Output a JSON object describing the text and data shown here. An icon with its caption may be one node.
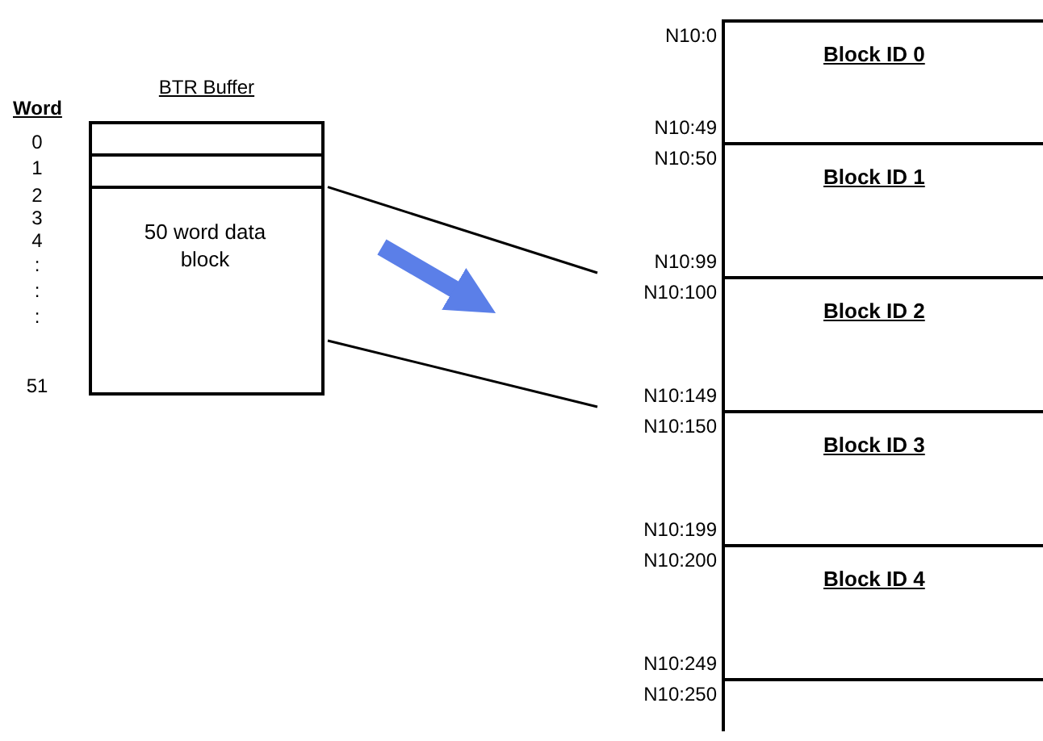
{
  "diagram": {
    "nodes": [
      {
        "text": [
          "BTR Buffer",
          "50 word data block"
        ]
      },
      {
        "text": [],
        "shape": "box",
        "in": 0
      },
      {
        "text": [],
        "shape": "box",
        "in": 0
      },
      {
        "text": [
          "Block ID 0"
        ],
        "beside": [
          "N10:0",
          "N10:49"
        ]
      },
      {
        "text": [
          "Block ID 1"
        ],
        "beside": [
          "N10:50",
          "N10:99"
        ]
      },
      {
        "text": [
          "Block ID 2"
        ],
        "beside": [
          "N10:100",
          "N10:149"
        ]
      },
      {
        "text": [
          "Block ID 3"
        ],
        "beside": [
          "N10:150",
          "N10:199"
        ]
      },
      {
        "text": [
          "Block ID 4"
        ],
        "beside": [
          "N10:200",
          "N10:249"
        ]
      },
      {
        "text": [],
        "shape": "box",
        "beside": [
          "N10:250"
        ]
      }
    ],
    "edges": [
      {
        "from": 0,
        "to": 5,
        "arrow": "none"
      },
      {
        "from": 0,
        "to": 5,
        "arrow": "none"
      },
      {
        "from": 0,
        "to": 5,
        "arrow": "to",
        "style": "thick",
        "color": "#5b7fe8"
      }
    ],
    "labels": [
      "Word",
      "0",
      "1",
      "2",
      "3",
      "4",
      ":",
      ":",
      ":",
      "51"
    ]
  }
}
